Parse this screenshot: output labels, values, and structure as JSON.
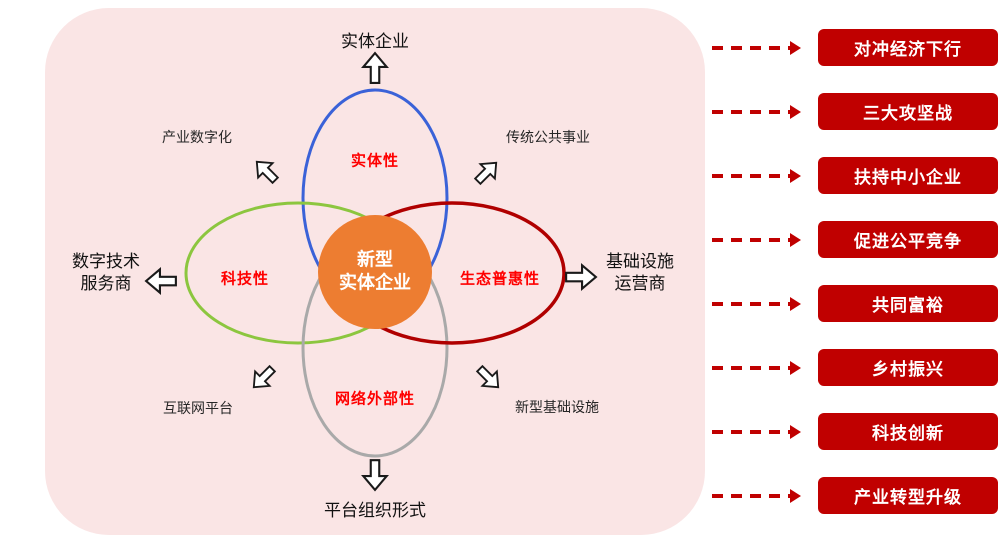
{
  "colors": {
    "panel_bg": "#fae5e5",
    "ellipse_top_stroke": "#3a62d8",
    "ellipse_left_stroke": "#8cc63f",
    "ellipse_right_stroke": "#b00000",
    "ellipse_bottom_stroke": "#a9a9a9",
    "center_circle_fill": "#ed7d31",
    "attribute_label_red": "#ff0000",
    "accent_red": "#c00000"
  },
  "diagram": {
    "center": {
      "line1": "新型",
      "line2": "实体企业"
    },
    "ellipses": [
      {
        "position": "top",
        "label": "实体性"
      },
      {
        "position": "left",
        "label": "科技性"
      },
      {
        "position": "right",
        "label": "生态普惠性"
      },
      {
        "position": "bottom",
        "label": "网络外部性"
      }
    ],
    "outer_labels": {
      "top": "实体企业",
      "bottom": "平台组织形式",
      "left_line1": "数字技术",
      "left_line2": "服务商",
      "right_line1": "基础设施",
      "right_line2": "运营商"
    },
    "corner_labels": {
      "top_left": "产业数字化",
      "top_right": "传统公共事业",
      "bottom_left": "互联网平台",
      "bottom_right": "新型基础设施"
    }
  },
  "right_panel": {
    "items": [
      {
        "label": "对冲经济下行"
      },
      {
        "label": "三大攻坚战"
      },
      {
        "label": "扶持中小企业"
      },
      {
        "label": "促进公平竞争"
      },
      {
        "label": "共同富裕"
      },
      {
        "label": "乡村振兴"
      },
      {
        "label": "科技创新"
      },
      {
        "label": "产业转型升级"
      }
    ]
  }
}
